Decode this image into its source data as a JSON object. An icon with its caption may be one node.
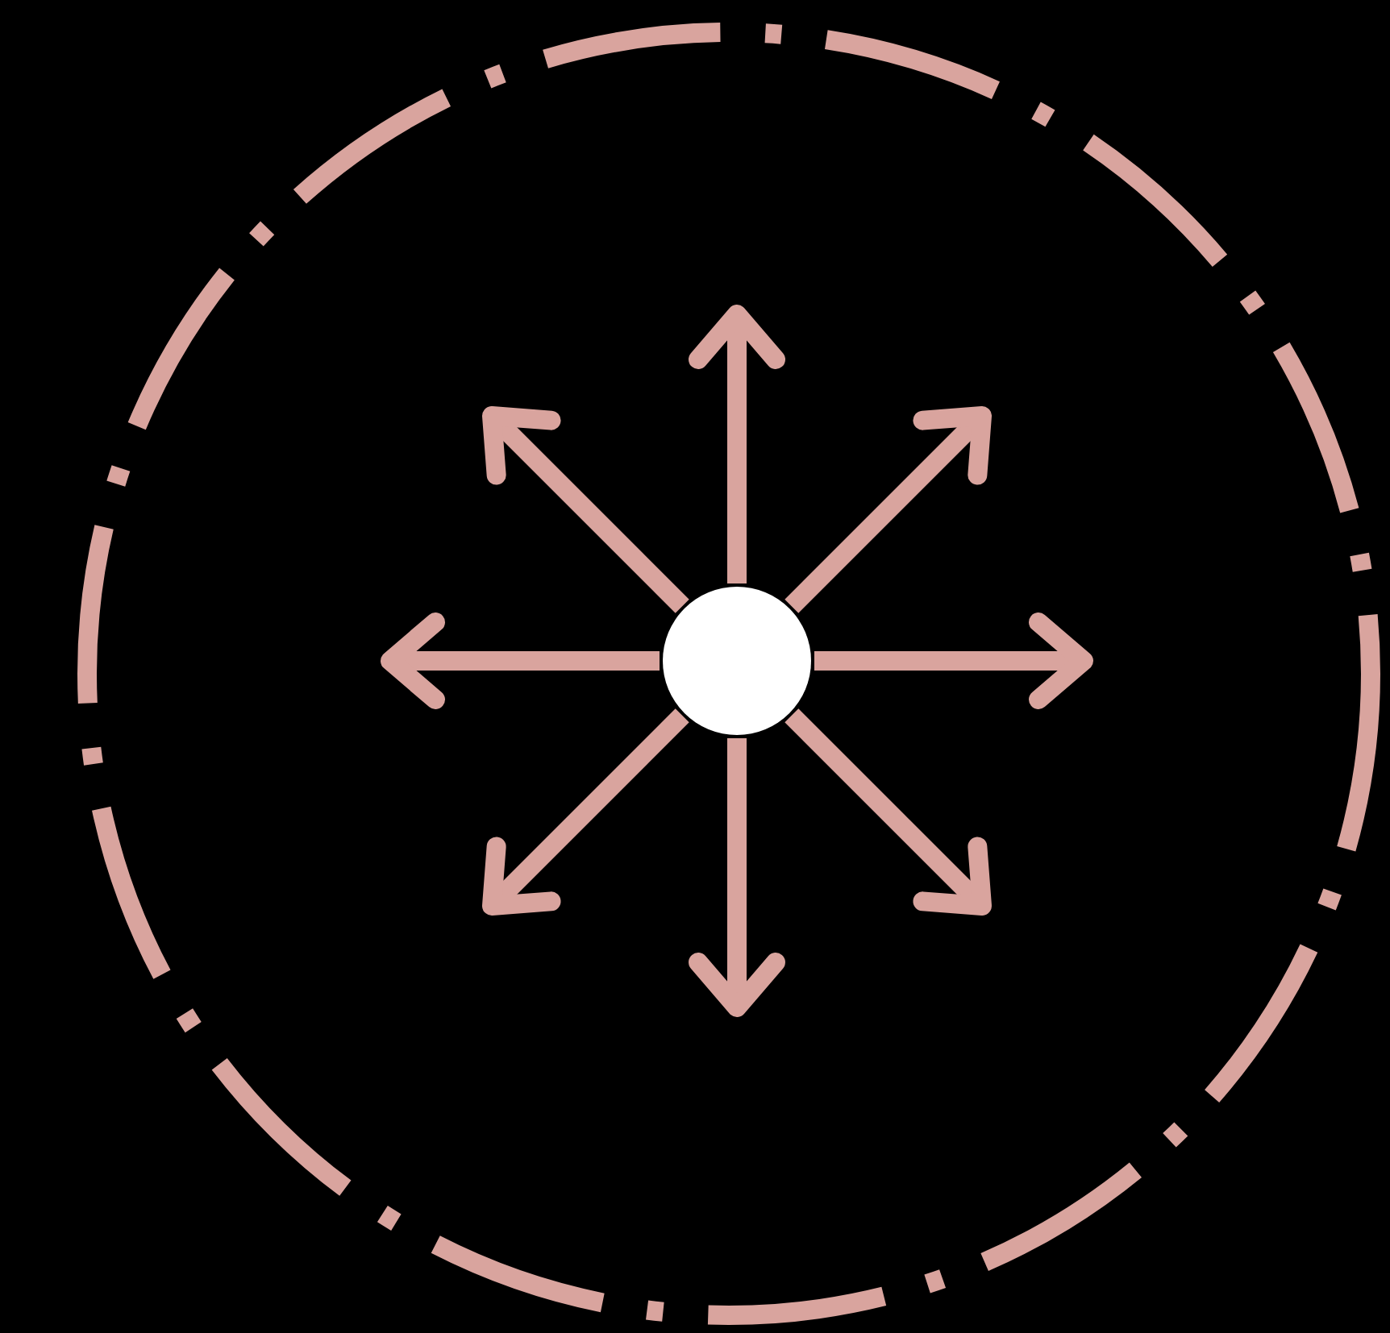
{
  "diagram": {
    "nodes": [
      {
        "text": [],
        "shape": "circle"
      },
      {
        "text": [],
        "shape": "circle",
        "in": 0
      }
    ],
    "edges": [
      {
        "from": 1,
        "to": null,
        "arrow": "to"
      },
      {
        "from": 1,
        "to": null,
        "arrow": "to"
      },
      {
        "from": 1,
        "to": null,
        "arrow": "to"
      },
      {
        "from": 1,
        "to": null,
        "arrow": "to"
      },
      {
        "from": 1,
        "to": null,
        "arrow": "to"
      },
      {
        "from": 1,
        "to": null,
        "arrow": "to"
      },
      {
        "from": 1,
        "to": null,
        "arrow": "to"
      },
      {
        "from": 1,
        "to": null,
        "arrow": "to"
      }
    ]
  }
}
